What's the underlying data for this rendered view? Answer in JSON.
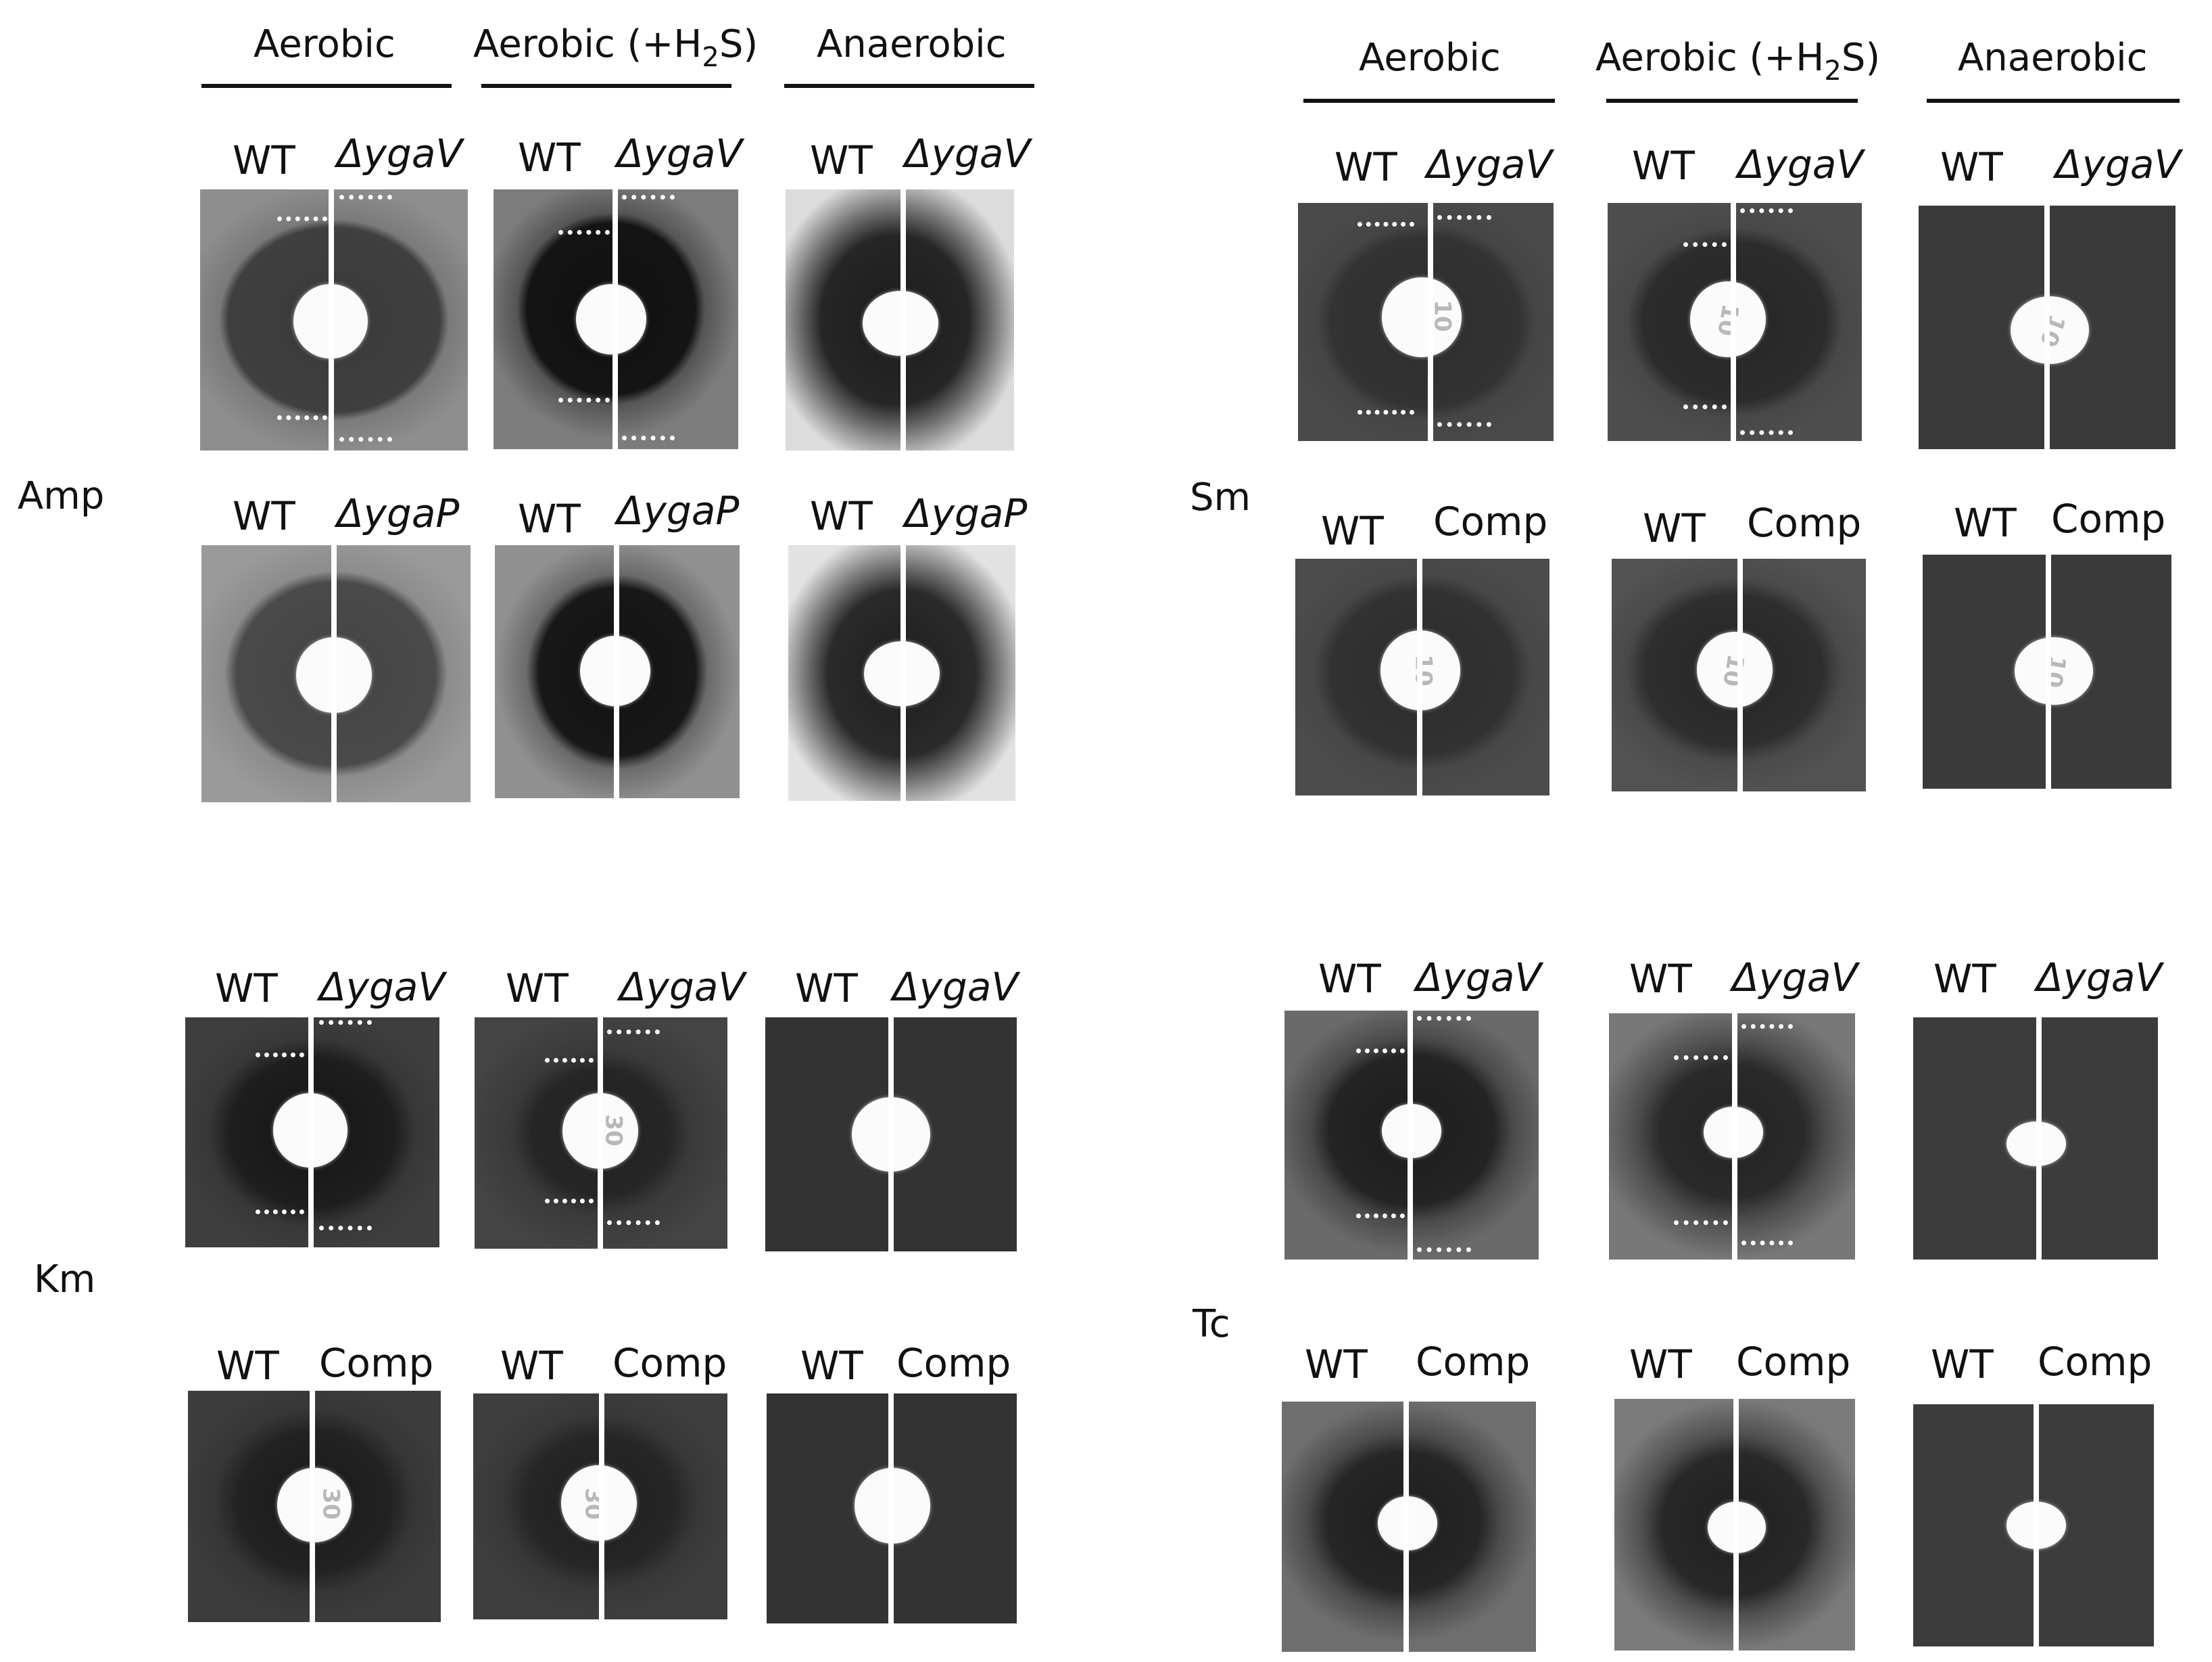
{
  "conditions": {
    "aerobic": "Aerobic",
    "aerobic_h2s_prefix": "Aerobic (+H",
    "aerobic_h2s_sub": "2",
    "aerobic_h2s_suffix": "S)",
    "anaerobic": "Anaerobic"
  },
  "antibiotics": {
    "amp": "Amp",
    "sm": "Sm",
    "km": "Km",
    "tc": "Tc"
  },
  "strains": {
    "wt": "WT",
    "delta_ygav": "ΔygaV",
    "delta_ygap": "ΔygaP",
    "comp": "Comp"
  },
  "disc_marks": {
    "sm_10": "10",
    "km_30": "30"
  },
  "colors": {
    "dark_zone": "#2a2a2a",
    "lawn_gray": "#8a8a8a",
    "disc": "#fbfbfb"
  }
}
